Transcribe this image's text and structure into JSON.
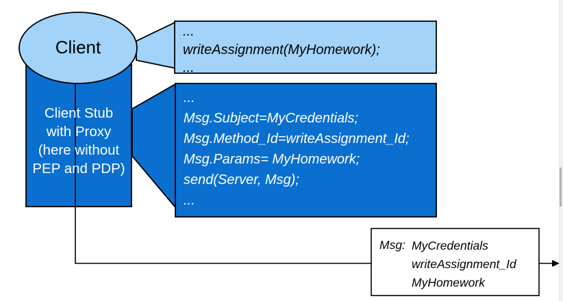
{
  "client": {
    "label": "Client"
  },
  "client_stub": {
    "lines": [
      "Client Stub",
      "with Proxy",
      "(here without",
      "PEP and PDP)"
    ]
  },
  "client_code": {
    "lines": [
      "...",
      "writeAssignment(MyHomework);",
      "..."
    ]
  },
  "stub_code": {
    "lines": [
      "...",
      "Msg.Subject=MyCredentials;",
      "Msg.Method_Id=writeAssignment_Id;",
      "Msg.Params= MyHomework;",
      "send(Server, Msg);",
      "..."
    ]
  },
  "message": {
    "label": "Msg:",
    "values": [
      "MyCredentials",
      "writeAssignment_Id",
      "MyHomework"
    ]
  },
  "colors": {
    "light_blue": "#a3d3f8",
    "dark_blue": "#0b6fd0",
    "outline": "#000000"
  }
}
